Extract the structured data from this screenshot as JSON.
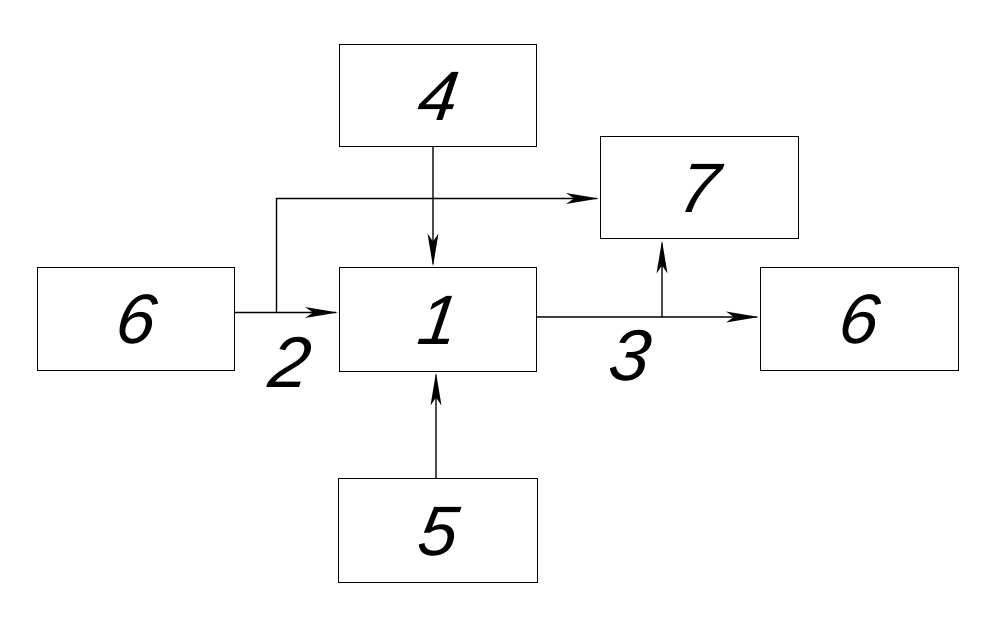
{
  "diagram": {
    "type": "block-diagram",
    "background_color": "#ffffff",
    "stroke_color": "#000000",
    "blocks": [
      {
        "id": "block-4",
        "label": "4"
      },
      {
        "id": "block-7",
        "label": "7"
      },
      {
        "id": "block-6-left",
        "label": "6"
      },
      {
        "id": "block-1",
        "label": "1"
      },
      {
        "id": "block-6-right",
        "label": "6"
      },
      {
        "id": "block-5",
        "label": "5"
      }
    ],
    "edge_labels": [
      {
        "id": "edge-label-2",
        "text": "2"
      },
      {
        "id": "edge-label-3",
        "text": "3"
      }
    ],
    "connections": [
      {
        "from": "block-6-left",
        "to": "block-1",
        "label": "2",
        "arrow": "into block-1 left side"
      },
      {
        "from": "block-6-left",
        "to": "block-7",
        "label": "",
        "arrow": "branch up from edge 2 into block-7 left side"
      },
      {
        "from": "block-4",
        "to": "block-1",
        "label": "",
        "arrow": "down into block-1 top"
      },
      {
        "from": "block-5",
        "to": "block-1",
        "label": "",
        "arrow": "up into block-1 bottom"
      },
      {
        "from": "block-1",
        "to": "block-6-right",
        "label": "3",
        "arrow": "into block-6-right left side"
      },
      {
        "from": "block-1",
        "to": "block-7",
        "label": "",
        "arrow": "branch up from edge 3 into block-7 bottom"
      }
    ]
  }
}
